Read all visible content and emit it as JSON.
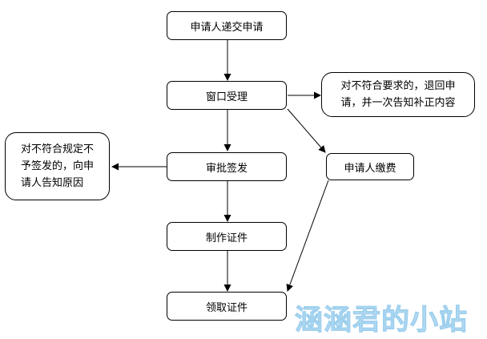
{
  "nodes": {
    "submit": "申请人递交申请",
    "accept": "窗口受理",
    "approve": "审批签发",
    "make": "制作证件",
    "collect": "领取证件",
    "pay": "申请人缴费"
  },
  "notes": {
    "incomplete_line1": "对不符合要求的，退回申",
    "incomplete_line2": "请，并一次告知补正内容",
    "rejected_line1": "对不符合规定不",
    "rejected_line2": "予签发的，向申",
    "rejected_line3": "请人告知原因"
  },
  "watermark": "涵涵君的小站",
  "colors": {
    "stroke": "#000000",
    "watermark": "#cfe8f7"
  }
}
